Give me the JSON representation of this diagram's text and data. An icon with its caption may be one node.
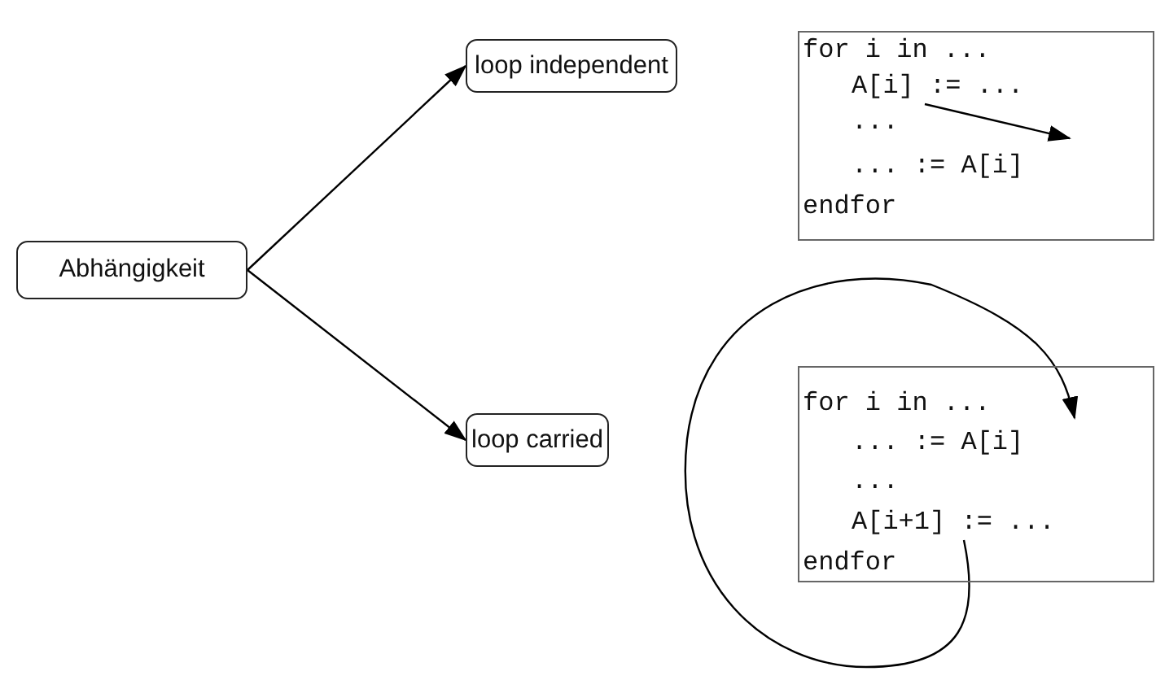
{
  "diagram": {
    "nodes": [
      {
        "text": [
          "Abhängigkeit"
        ]
      },
      {
        "text": [
          "loop independent"
        ]
      },
      {
        "text": [
          "loop carried"
        ]
      },
      {
        "text": [],
        "shape": "box"
      },
      {
        "text": [
          "for i in ..."
        ],
        "in": 3
      },
      {
        "text": [
          "A[i] := ..."
        ],
        "in": 3
      },
      {
        "text": [
          "..."
        ],
        "in": 3
      },
      {
        "text": [
          "... := A[i]"
        ],
        "in": 3
      },
      {
        "text": [
          "endfor"
        ],
        "in": 3
      },
      {
        "text": [],
        "shape": "box"
      },
      {
        "text": [
          "for i in ..."
        ],
        "in": 9
      },
      {
        "text": [
          "... := A[i]"
        ],
        "in": 9
      },
      {
        "text": [
          "..."
        ],
        "in": 9
      },
      {
        "text": [
          "A[i+1] := ..."
        ],
        "in": 9
      },
      {
        "text": [
          "endfor"
        ],
        "in": 9
      }
    ],
    "edges": [
      {
        "from": 0,
        "to": 1,
        "arrow": "to"
      },
      {
        "from": 0,
        "to": 2,
        "arrow": "to"
      },
      {
        "from": 5,
        "to": 7,
        "arrow": "to"
      },
      {
        "from": 13,
        "to": 11,
        "arrow": "to"
      }
    ]
  }
}
